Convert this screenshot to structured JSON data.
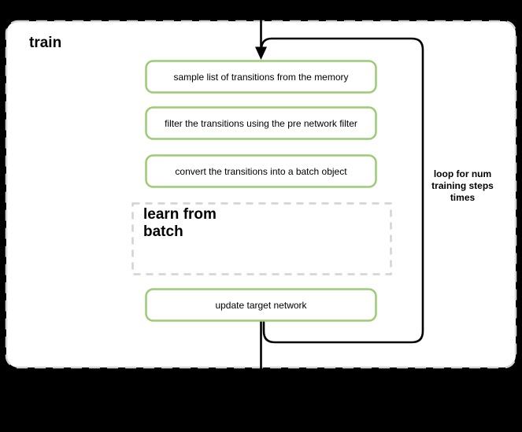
{
  "diagram": {
    "container": {
      "label": "train"
    },
    "steps": [
      {
        "label": "sample list of transitions from the memory"
      },
      {
        "label": "filter the transitions using the pre network filter"
      },
      {
        "label": "convert the transitions into a batch object"
      },
      {
        "label": "update target network"
      }
    ],
    "subprocess": {
      "label": "learn from\nbatch"
    },
    "loop": {
      "label": "loop for num\ntraining steps\ntimes"
    }
  },
  "colors": {
    "background": "#000000",
    "container_fill": "#ffffff",
    "container_dash": "#d6d6d6",
    "subprocess_dash": "#d2d2d2",
    "step_border_green": "#9bcc74",
    "line_black": "#000000"
  }
}
